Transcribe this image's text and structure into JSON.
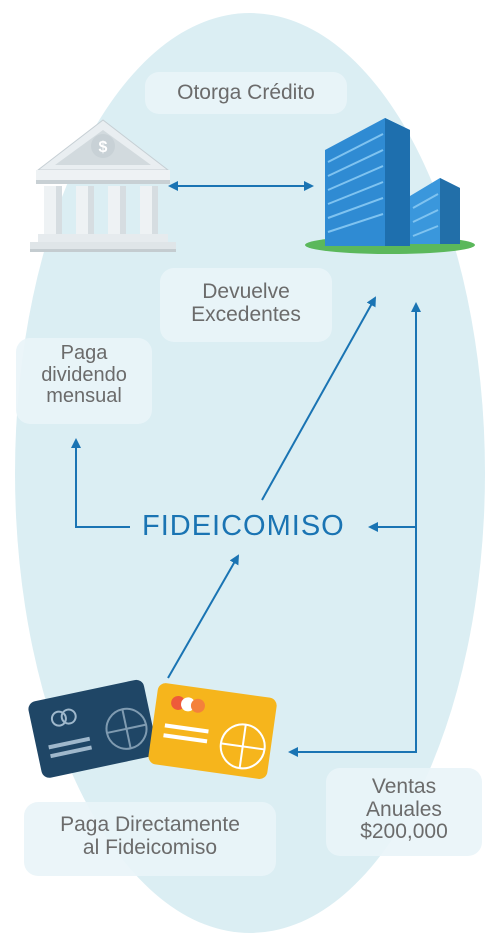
{
  "labels": {
    "otorga": "Otorga Crédito",
    "devuelve": [
      "Devuelve",
      "Excedentes"
    ],
    "paga_dividendo": [
      "Paga",
      "dividendo",
      "mensual"
    ],
    "fideicomiso": "FIDEICOMISO",
    "paga_directamente": [
      "Paga Directamente",
      "al Fideicomiso"
    ],
    "ventas": [
      "Ventas",
      "Anuales",
      "$200,000"
    ]
  },
  "icons": {
    "bank": "bank-building-icon",
    "company": "office-buildings-icon",
    "cards": "credit-cards-icon",
    "bank_symbol": "$"
  },
  "colors": {
    "ellipse": "#dbeef3",
    "arrow": "#1a74b3",
    "title": "#1a74b3",
    "text": "#6b6b6b",
    "building": "#2f8bd3",
    "grass": "#5bb85b",
    "card_dark": "#1f4666",
    "card_yellow": "#f6b51c"
  }
}
